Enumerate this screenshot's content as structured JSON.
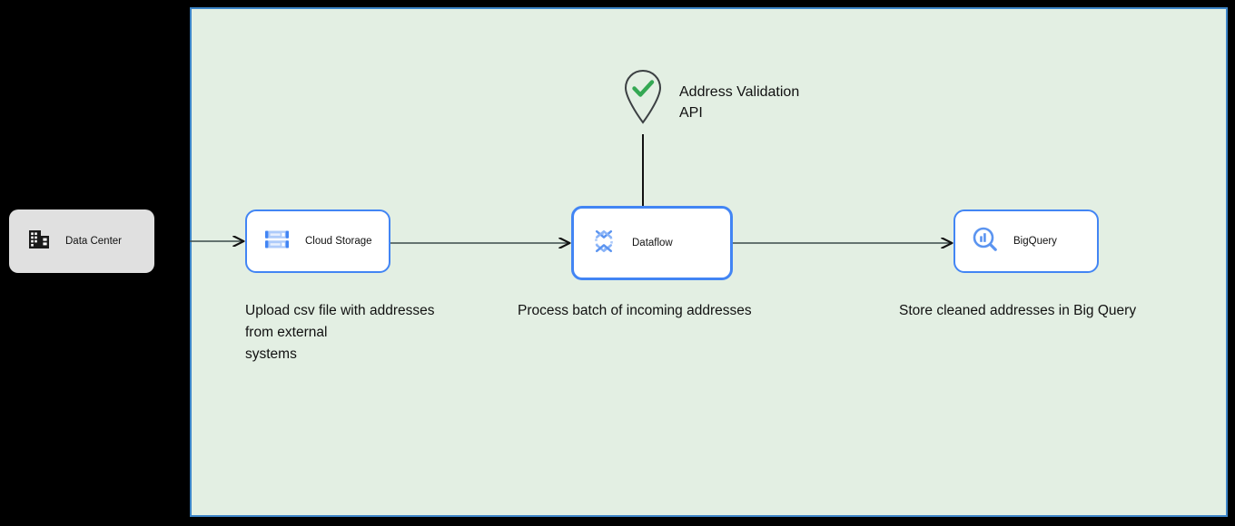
{
  "diagram": {
    "container": {
      "name": "google-cloud-project-boundary",
      "fill_color": "#e3efe3",
      "border_color": "#3d85c8"
    },
    "onprem": {
      "label": "Data Center",
      "icon": "building-icon",
      "fill_color": "#e0e0e0"
    },
    "nodes": [
      {
        "id": "cloud-storage",
        "label": "Cloud Storage",
        "icon": "cloud-storage-icon",
        "accent": "#4285f4",
        "selected": false
      },
      {
        "id": "dataflow",
        "label": "Dataflow",
        "icon": "dataflow-icon",
        "accent": "#4285f4",
        "selected": true
      },
      {
        "id": "bigquery",
        "label": "BigQuery",
        "icon": "bigquery-icon",
        "accent": "#4285f4",
        "selected": false
      }
    ],
    "captions": {
      "storage": "Upload csv file with addresses\nfrom external\nsystems",
      "dataflow": "Process batch of incoming addresses",
      "bigquery": "Store cleaned addresses in Big Query"
    },
    "api": {
      "label": "Address Validation\nAPI",
      "icon": "map-pin-check-icon",
      "check_color": "#34a853",
      "pin_color": "#3c4043"
    },
    "edges": [
      {
        "id": "datacenter-to-storage",
        "from": "Data Center",
        "to": "Cloud Storage",
        "arrow": "open"
      },
      {
        "id": "storage-to-dataflow",
        "from": "Cloud Storage",
        "to": "Dataflow",
        "arrow": "open"
      },
      {
        "id": "dataflow-to-bigquery",
        "from": "Dataflow",
        "to": "BigQuery",
        "arrow": "open"
      },
      {
        "id": "api-to-dataflow",
        "from": "Address Validation API",
        "to": "Dataflow",
        "arrow": "none"
      }
    ]
  }
}
